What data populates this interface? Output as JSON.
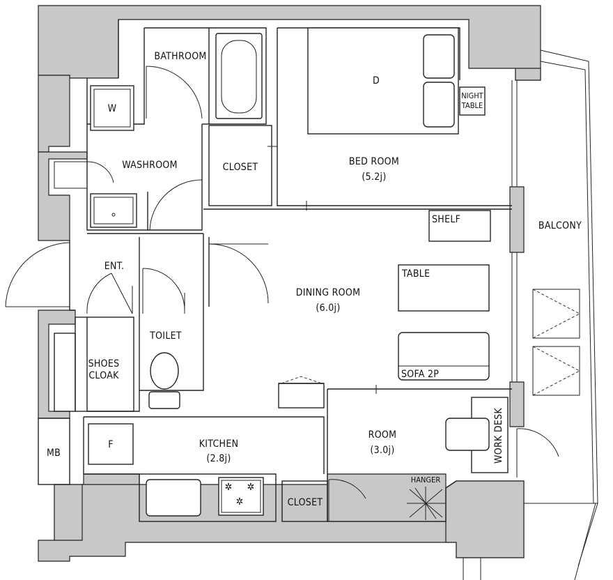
{
  "rooms": {
    "bathroom": "BATHROOM",
    "washroom": "WASHROOM",
    "closet_upper": "CLOSET",
    "bedroom": "BED ROOM",
    "bedroom_size": "(5.2j)",
    "balcony": "BALCONY",
    "entrance": "ENT.",
    "dining": "DINING ROOM",
    "dining_size": "(6.0j)",
    "toilet": "TOILET",
    "shoes_cloak_1": "SHOES",
    "shoes_cloak_2": "CLOAK",
    "kitchen": "KITCHEN",
    "kitchen_size": "(2.8j)",
    "room": "ROOM",
    "room_size": "(3.0j)",
    "closet_lower": "CLOSET",
    "mb": "MB"
  },
  "fixtures": {
    "washer": "W",
    "fridge": "F",
    "bed": "D",
    "night_table_1": "NIGHT",
    "night_table_2": "TABLE",
    "shelf": "SHELF",
    "table": "TABLE",
    "sofa": "SOFA 2P",
    "work_desk": "WORK DESK",
    "hanger": "HANGER"
  }
}
